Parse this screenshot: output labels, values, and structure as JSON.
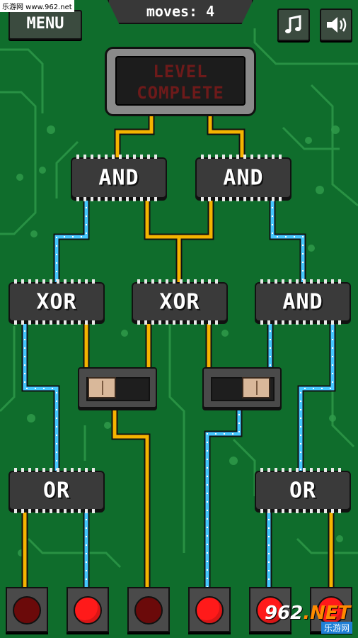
{
  "watermark": "乐游网 www.962.net",
  "header": {
    "menu_label": "MENU",
    "moves_label": "moves: 4",
    "music_icon": "music-note-icon",
    "sound_icon": "speaker-icon"
  },
  "display": {
    "line1": "LEVEL",
    "line2": "COMPLETE"
  },
  "gates": {
    "row1": [
      "AND",
      "AND"
    ],
    "row2": [
      "XOR",
      "XOR",
      "AND"
    ],
    "row3": [
      "OR",
      "OR"
    ]
  },
  "switches": [
    {
      "name": "left-switch",
      "state": "left"
    },
    {
      "name": "right-switch",
      "state": "right"
    }
  ],
  "leds": [
    {
      "state": "off"
    },
    {
      "state": "on"
    },
    {
      "state": "off"
    },
    {
      "state": "on"
    },
    {
      "state": "on"
    },
    {
      "state": "on"
    }
  ],
  "logo": {
    "number": "962",
    "suffix": ".NET",
    "caption": "乐游网"
  },
  "colors": {
    "board": "#0f6d2c",
    "wire_yellow": "#f5b400",
    "wire_blue": "#45c8ff",
    "led_on": "#ff1a1a",
    "led_off": "#6b0a0a"
  }
}
